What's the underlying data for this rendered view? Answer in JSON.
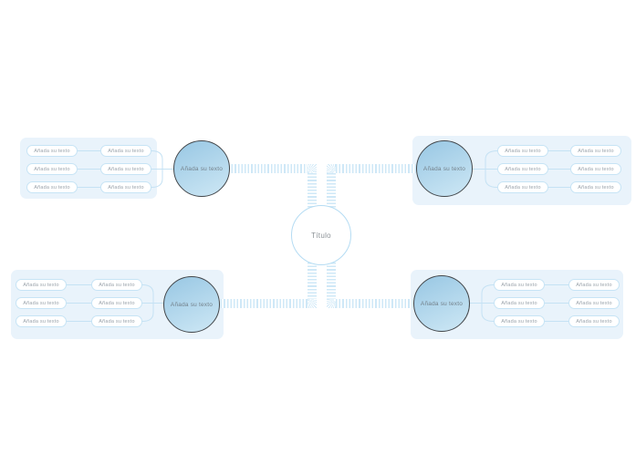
{
  "colors": {
    "canvas-bg": "#ffffff",
    "panel-bg": "#e9f3fb",
    "pill-bg": "#ffffff",
    "pill-border": "#c7e4f5",
    "pill-text": "#9aa3ab",
    "line": "#c5e2f4",
    "stripe": "#cfe8f7",
    "circle-fill-top": "#9dcae5",
    "circle-fill-bottom": "#cbe6f4",
    "circle-border": "#43474b",
    "circle-text": "#74828c",
    "center-fill": "#ffffff",
    "center-border": "#b5dcf3",
    "center-text": "#8b9196"
  },
  "diagram": {
    "center": {
      "label": "Título"
    },
    "branches": [
      {
        "position": "top-left",
        "label": "Añada su texto",
        "rows": [
          {
            "child": "Añada su texto",
            "subchild": "Añada su texto"
          },
          {
            "child": "Añada su texto",
            "subchild": "Añada su texto"
          },
          {
            "child": "Añada su texto",
            "subchild": "Añada su texto"
          }
        ]
      },
      {
        "position": "top-right",
        "label": "Añada su texto",
        "rows": [
          {
            "child": "Añada su texto",
            "subchild": "Añada su texto"
          },
          {
            "child": "Añada su texto",
            "subchild": "Añada su texto"
          },
          {
            "child": "Añada su texto",
            "subchild": "Añada su texto"
          }
        ]
      },
      {
        "position": "bottom-left",
        "label": "Añada su texto",
        "rows": [
          {
            "child": "Añada su texto",
            "subchild": "Añada su texto"
          },
          {
            "child": "Añada su texto",
            "subchild": "Añada su texto"
          },
          {
            "child": "Añada su texto",
            "subchild": "Añada su texto"
          }
        ]
      },
      {
        "position": "bottom-right",
        "label": "Añada su texto",
        "rows": [
          {
            "child": "Añada su texto",
            "subchild": "Añada su texto"
          },
          {
            "child": "Añada su texto",
            "subchild": "Añada su texto"
          },
          {
            "child": "Añada su texto",
            "subchild": "Añada su texto"
          }
        ]
      }
    ]
  }
}
